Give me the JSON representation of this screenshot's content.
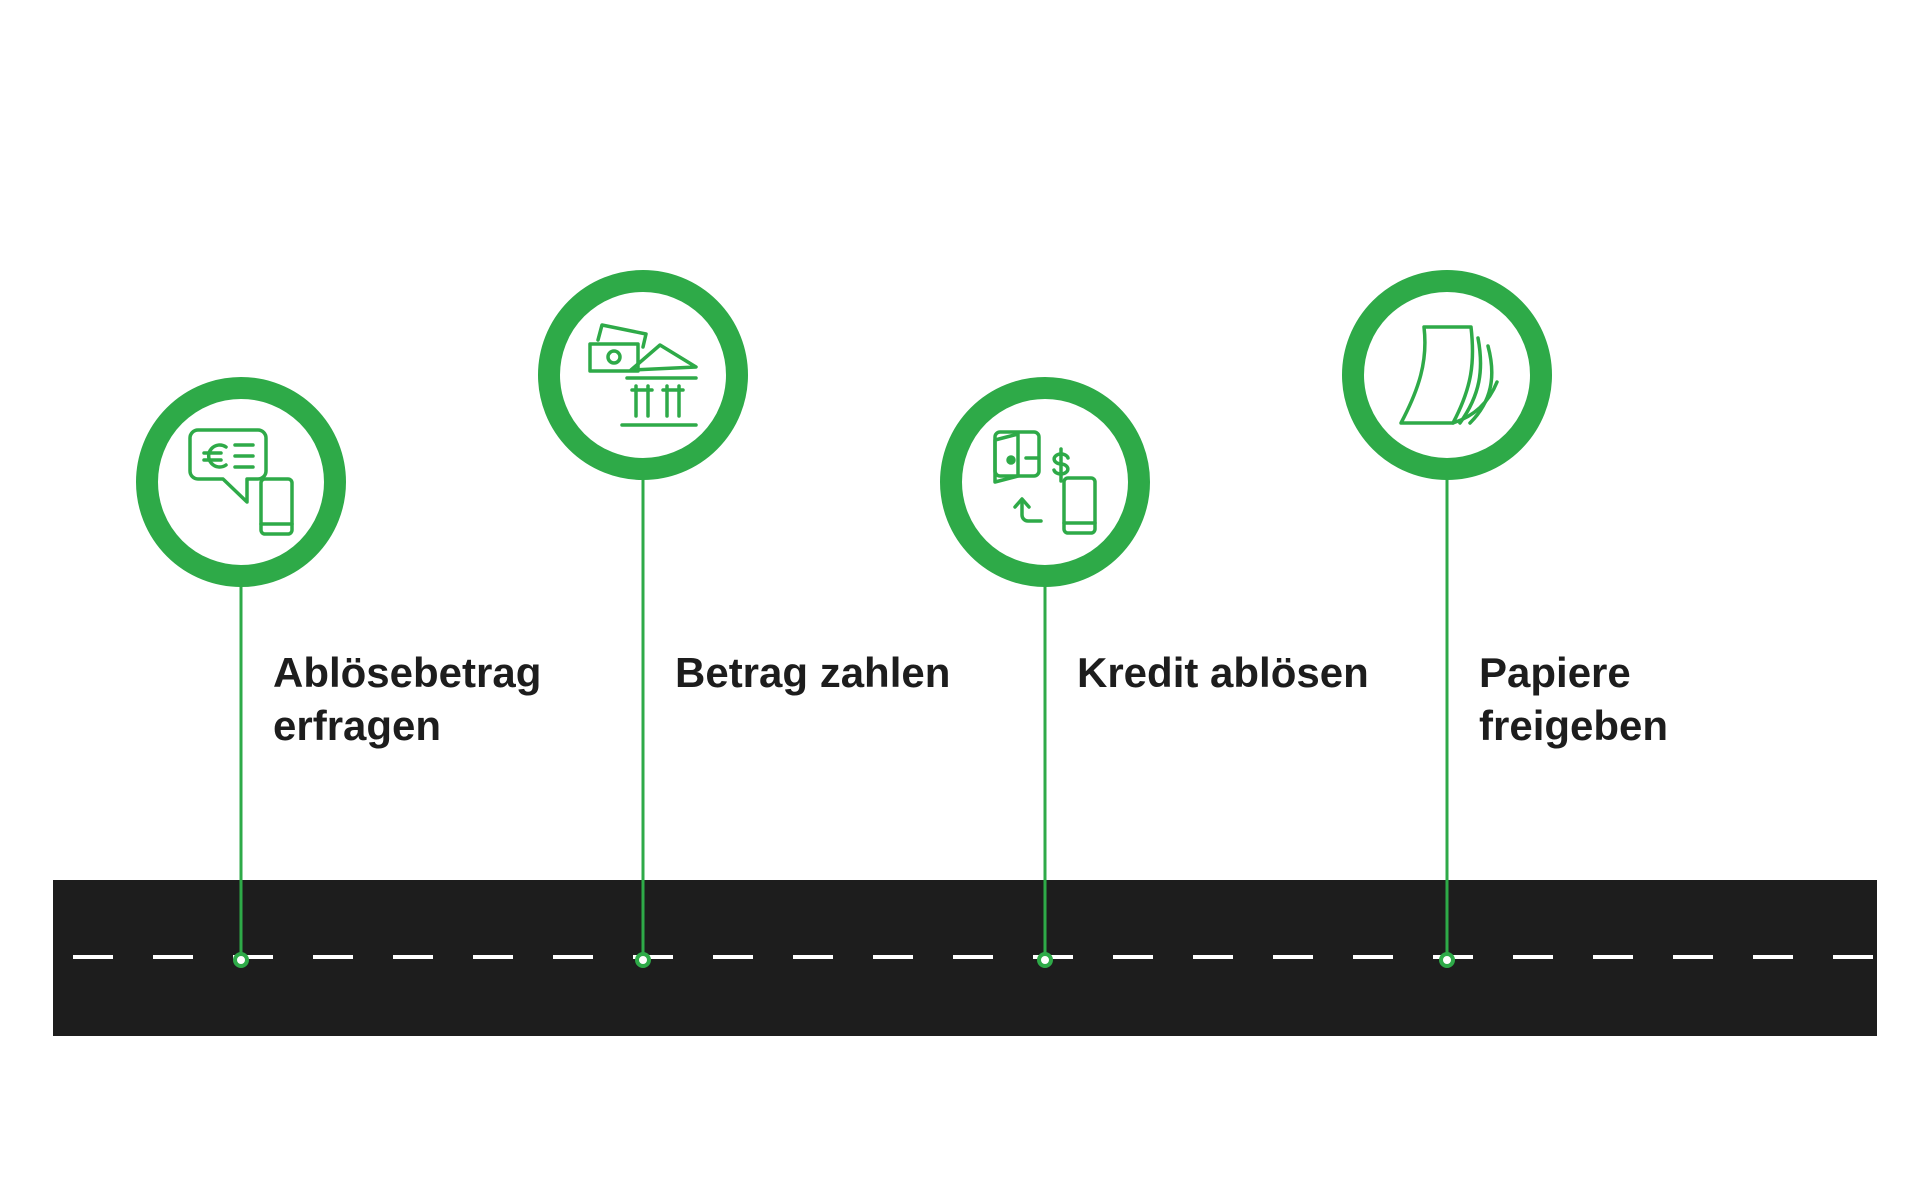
{
  "colors": {
    "accent": "#2eaa48",
    "road": "#1d1d1d",
    "lane_marking": "#ffffff",
    "text": "#1d1d1d",
    "background": "#ffffff"
  },
  "steps": [
    {
      "icon": "euro-chat-phone-icon",
      "label_lines": [
        "Ablösebetrag",
        "erfragen"
      ]
    },
    {
      "icon": "money-to-bank-icon",
      "label_lines": [
        "Betrag zahlen"
      ]
    },
    {
      "icon": "wallet-dollar-phone-icon",
      "label_lines": [
        "Kredit ablösen"
      ]
    },
    {
      "icon": "paper-documents-icon",
      "label_lines": [
        "Papiere",
        "freigeben"
      ]
    }
  ]
}
